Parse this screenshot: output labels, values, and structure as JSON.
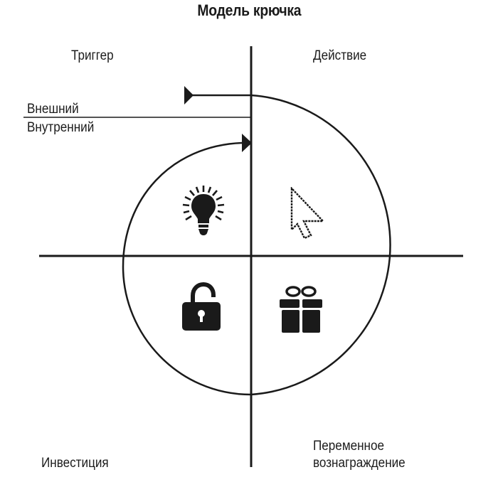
{
  "title": "Модель крючка",
  "quadrants": {
    "top_left": {
      "label": "Триггер",
      "icon": "lightbulb-icon"
    },
    "top_right": {
      "label": "Действие",
      "icon": "cursor-arrow-icon"
    },
    "bottom_left": {
      "label": "Инвестиция",
      "icon": "unlocked-padlock-icon"
    },
    "bottom_right": {
      "label_line1": "Переменное",
      "label_line2": "вознаграждение",
      "icon": "gift-icon"
    }
  },
  "trigger_types": {
    "external": "Внешний",
    "internal": "Внутренний"
  },
  "colors": {
    "stroke": "#1a1a1a",
    "background": "#ffffff"
  }
}
